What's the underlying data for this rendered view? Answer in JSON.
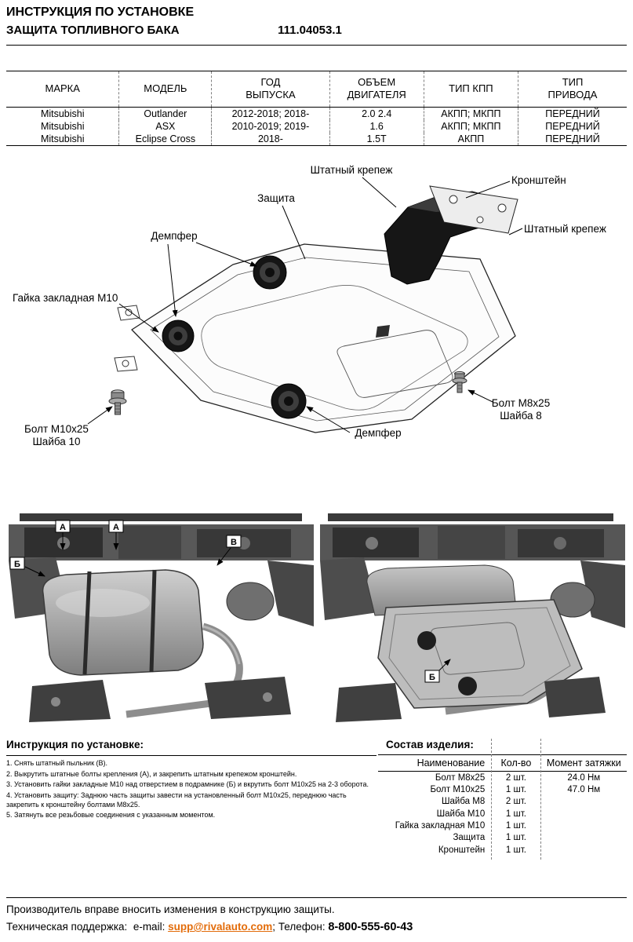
{
  "header": {
    "title": "ИНСТРУКЦИЯ ПО УСТАНОВКЕ",
    "subtitle": "ЗАЩИТА ТОПЛИВНОГО БАКА",
    "part_number": "111.04053.1"
  },
  "fitment_table": {
    "headers": [
      "МАРКА",
      "МОДЕЛЬ",
      "ГОД\nВЫПУСКА",
      "ОБЪЕМ\nДВИГАТЕЛЯ",
      "ТИП КПП",
      "ТИП\nПРИВОДА"
    ],
    "rows": [
      [
        "Mitsubishi",
        "Outlander",
        "2012-2018; 2018-",
        "2.0  2.4",
        "АКПП; МКПП",
        "ПЕРЕДНИЙ"
      ],
      [
        "Mitsubishi",
        "ASX",
        "2010-2019; 2019-",
        "1.6",
        "АКПП; МКПП",
        "ПЕРЕДНИЙ"
      ],
      [
        "Mitsubishi",
        "Eclipse Cross",
        "2018-",
        "1.5T",
        "АКПП",
        "ПЕРЕДНИЙ"
      ]
    ]
  },
  "diagram": {
    "labels": {
      "standard_fastener_top": "Штатный крепеж",
      "bracket": "Кронштейн",
      "shield": "Защита",
      "standard_fastener_right": "Штатный крепеж",
      "damper_top": "Демпфер",
      "rivet_nut": "Гайка закладная М10",
      "bolt_m10": "Болт М10х25",
      "washer_10": "Шайба 10",
      "bolt_m8": "Болт М8х25",
      "washer_8": "Шайба 8",
      "damper_bottom": "Демпфер"
    }
  },
  "photos": {
    "left": {
      "markers": [
        "А",
        "А",
        "В",
        "Б"
      ]
    },
    "right": {
      "markers": [
        "Б"
      ]
    }
  },
  "instructions": {
    "heading": "Инструкция по установке:",
    "steps": [
      "1. Снять штатный пыльник (В).",
      "2. Выкрутить штатные болты крепления (А), и закрепить штатным крепежом кронштейн.",
      "3. Установить гайки закладные М10 над отверстием в подрамнике (Б) и вкрутить болт М10х25 на 2-3 оборота.",
      "4. Установить защиту:  Заднюю часть защиты завести на установленный болт М10х25, переднюю часть закрепить к кронштейну болтами М8х25.",
      "5. Затянуть все резьбовые соединения с указанным моментом."
    ]
  },
  "parts": {
    "heading": "Состав изделия:",
    "headers": [
      "Наименование",
      "Кол-во",
      "Момент затяжки"
    ],
    "rows": [
      [
        "Болт М8х25",
        "2 шт.",
        "24.0 Нм"
      ],
      [
        "Болт М10х25",
        "1 шт.",
        "47.0 Нм"
      ],
      [
        "Шайба М8",
        "2 шт.",
        ""
      ],
      [
        "Шайба М10",
        "1 шт.",
        ""
      ],
      [
        "Гайка закладная М10",
        "1 шт.",
        ""
      ],
      [
        "Защита",
        "1 шт.",
        ""
      ],
      [
        "Кронштейн",
        "1 шт.",
        ""
      ]
    ]
  },
  "footer": {
    "note": "Производитель вправе вносить изменения в конструкцию защиты.",
    "support_label": "Техническая поддержка:",
    "email_label": "e-mail:",
    "email": "supp@rivalauto.com",
    "after_email": ";",
    "phone_label": "Телефон:",
    "phone": "8-800-555-60-43"
  }
}
